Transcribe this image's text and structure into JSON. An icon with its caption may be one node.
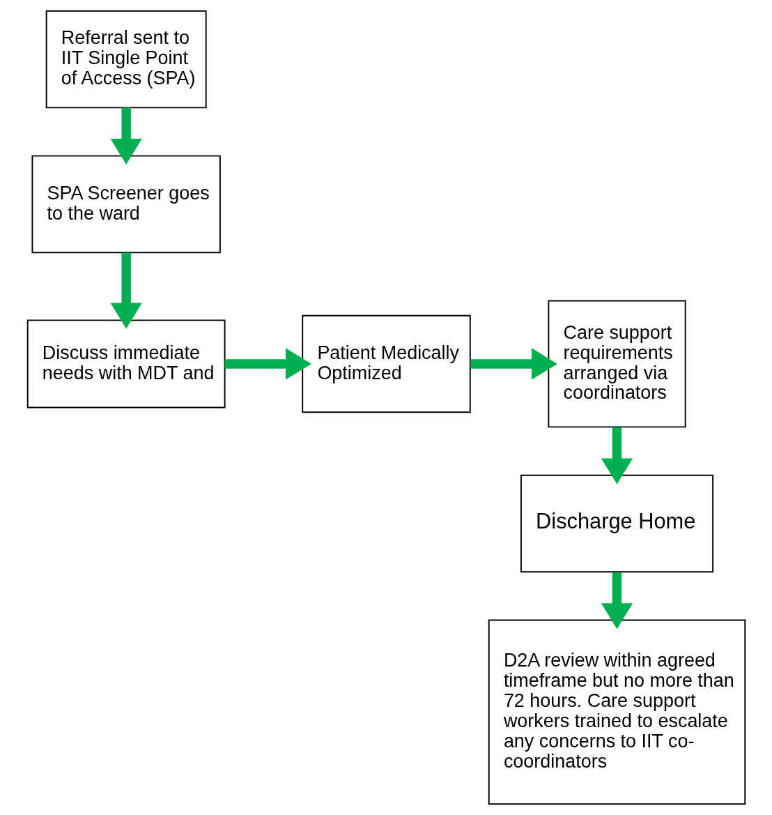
{
  "diagram": {
    "nodes": [
      {
        "text": [
          "Referral sent to IIT Single Point of Access (SPA)"
        ]
      },
      {
        "text": [
          "SPA Screener goes to the ward"
        ]
      },
      {
        "text": [
          "Discuss immediate needs with MDT and"
        ]
      },
      {
        "text": [
          "Patient Medically Optimized"
        ]
      },
      {
        "text": [
          "Care support requirements arranged via coordinators"
        ]
      },
      {
        "text": [
          "Discharge Home"
        ]
      },
      {
        "text": [
          "D2A review within agreed timeframe but no more than 72 hours. Care support workers trained to escalate any concerns to IIT co-coordinators"
        ]
      }
    ],
    "edges": [
      {
        "from": 0,
        "to": 1,
        "arrow": "to"
      },
      {
        "from": 1,
        "to": 2,
        "arrow": "to"
      },
      {
        "from": 2,
        "to": 3,
        "arrow": "to"
      },
      {
        "from": 3,
        "to": 4,
        "arrow": "to"
      },
      {
        "from": 4,
        "to": 5,
        "arrow": "to"
      },
      {
        "from": 5,
        "to": 6,
        "arrow": "to"
      }
    ]
  }
}
